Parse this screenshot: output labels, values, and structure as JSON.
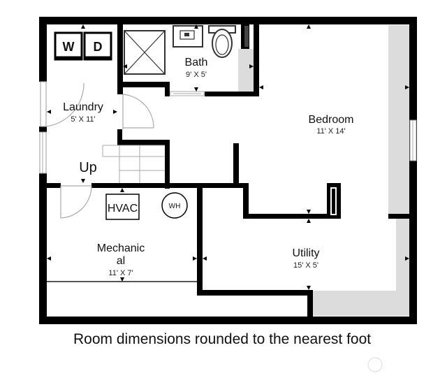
{
  "rooms": {
    "laundry": {
      "name": "Laundry",
      "dims": "5' X 11'"
    },
    "bath": {
      "name": "Bath",
      "dims": "9' X 5'"
    },
    "bedroom": {
      "name": "Bedroom",
      "dims": "11' X 14'"
    },
    "mechanical": {
      "name_line1": "Mechanic",
      "name_line2": "al",
      "dims": "11' X 7'"
    },
    "utility": {
      "name": "Utility",
      "dims": "15' X 5'"
    }
  },
  "stairs_label": "Up",
  "appliances": {
    "washer": "W",
    "dryer": "D",
    "hvac": "HVAC",
    "water_heater": "WH"
  },
  "footnote": "Room dimensions rounded to the nearest foot",
  "colors": {
    "wall": "#000000",
    "closet_fill": "#dcdcdc",
    "window": "#a8a8a8"
  }
}
